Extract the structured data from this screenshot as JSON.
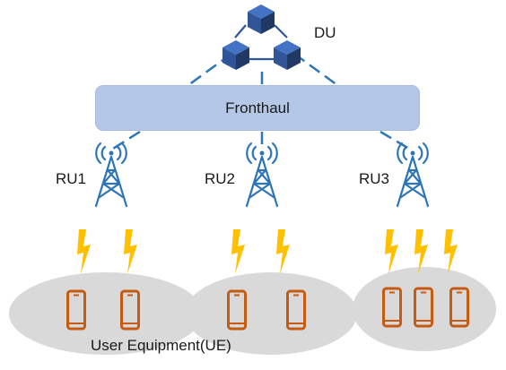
{
  "du": {
    "label": "DU",
    "color": "#2f5597",
    "icon": "cube-cluster-icon"
  },
  "fronthaul": {
    "label": "Fronthaul",
    "fill": "#b4c7e7"
  },
  "radio_units": [
    {
      "label": "RU1",
      "ue_count": 2
    },
    {
      "label": "RU2",
      "ue_count": 2
    },
    {
      "label": "RU3",
      "ue_count": 3
    }
  ],
  "user_equipment": {
    "label": "User Equipment(UE)",
    "color": "#c55a11",
    "icon": "smartphone-icon"
  },
  "colors": {
    "link": "#2e75b6",
    "tower": "#2e75b6",
    "lightning": "#ffc000",
    "cell_area": "#d9d9d9"
  }
}
